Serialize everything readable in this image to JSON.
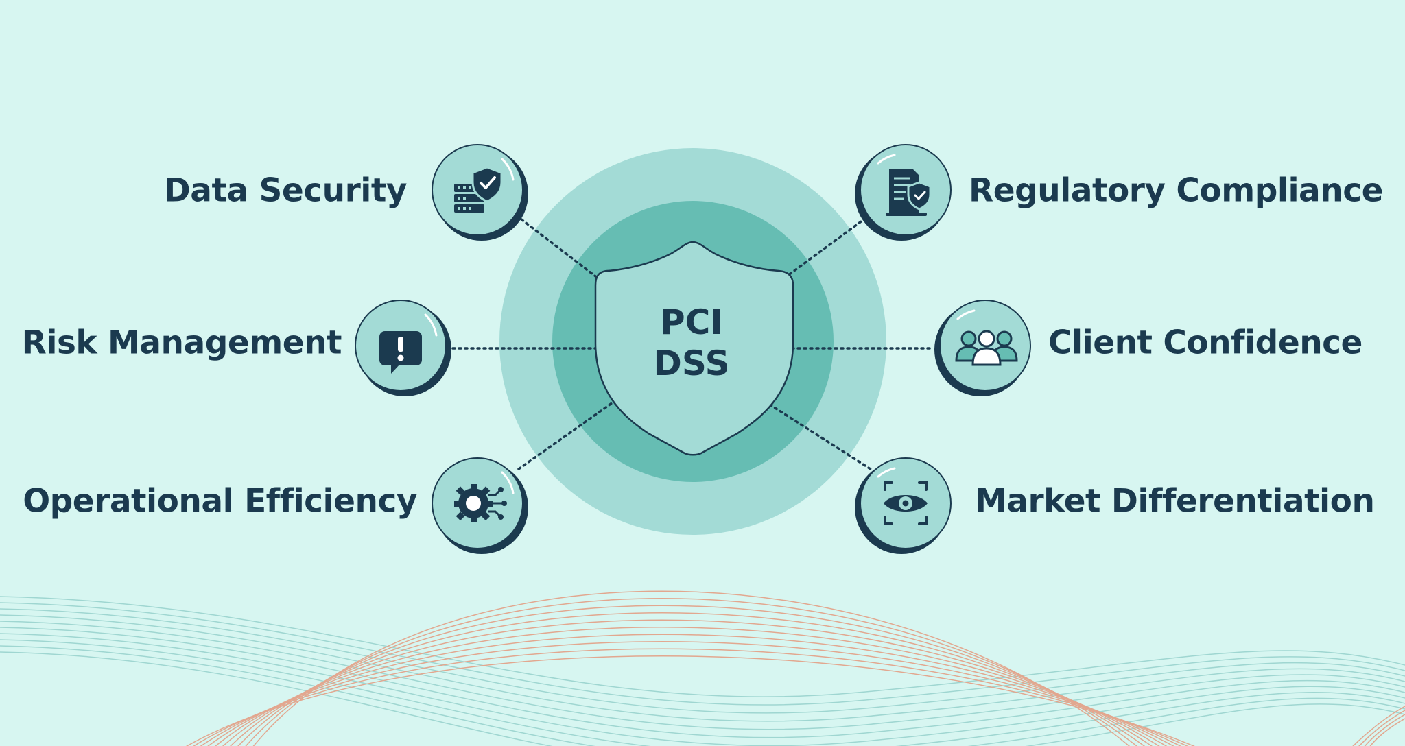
{
  "center": {
    "line1": "PCI",
    "line2": "DSS"
  },
  "benefits": {
    "data_security": {
      "label": "Data Security",
      "icon": "shield-server-icon"
    },
    "risk_management": {
      "label": "Risk Management",
      "icon": "alert-message-icon"
    },
    "operational_efficiency": {
      "label": "Operational Efficiency",
      "icon": "gear-circuit-icon"
    },
    "regulatory_compliance": {
      "label": "Regulatory Compliance",
      "icon": "document-shield-icon"
    },
    "client_confidence": {
      "label": "Client Confidence",
      "icon": "group-people-icon"
    },
    "market_differentiation": {
      "label": "Market Differentiation",
      "icon": "eye-focus-icon"
    }
  },
  "colors": {
    "background": "#d7f6f1",
    "outer_ring": "#a3dbd6",
    "inner_ring": "#66bdb3",
    "shield_fill": "#a3dbd6",
    "navy": "#1b3a4f",
    "wave_teal": "#9fd6d1",
    "wave_orange": "#e2a78f"
  }
}
